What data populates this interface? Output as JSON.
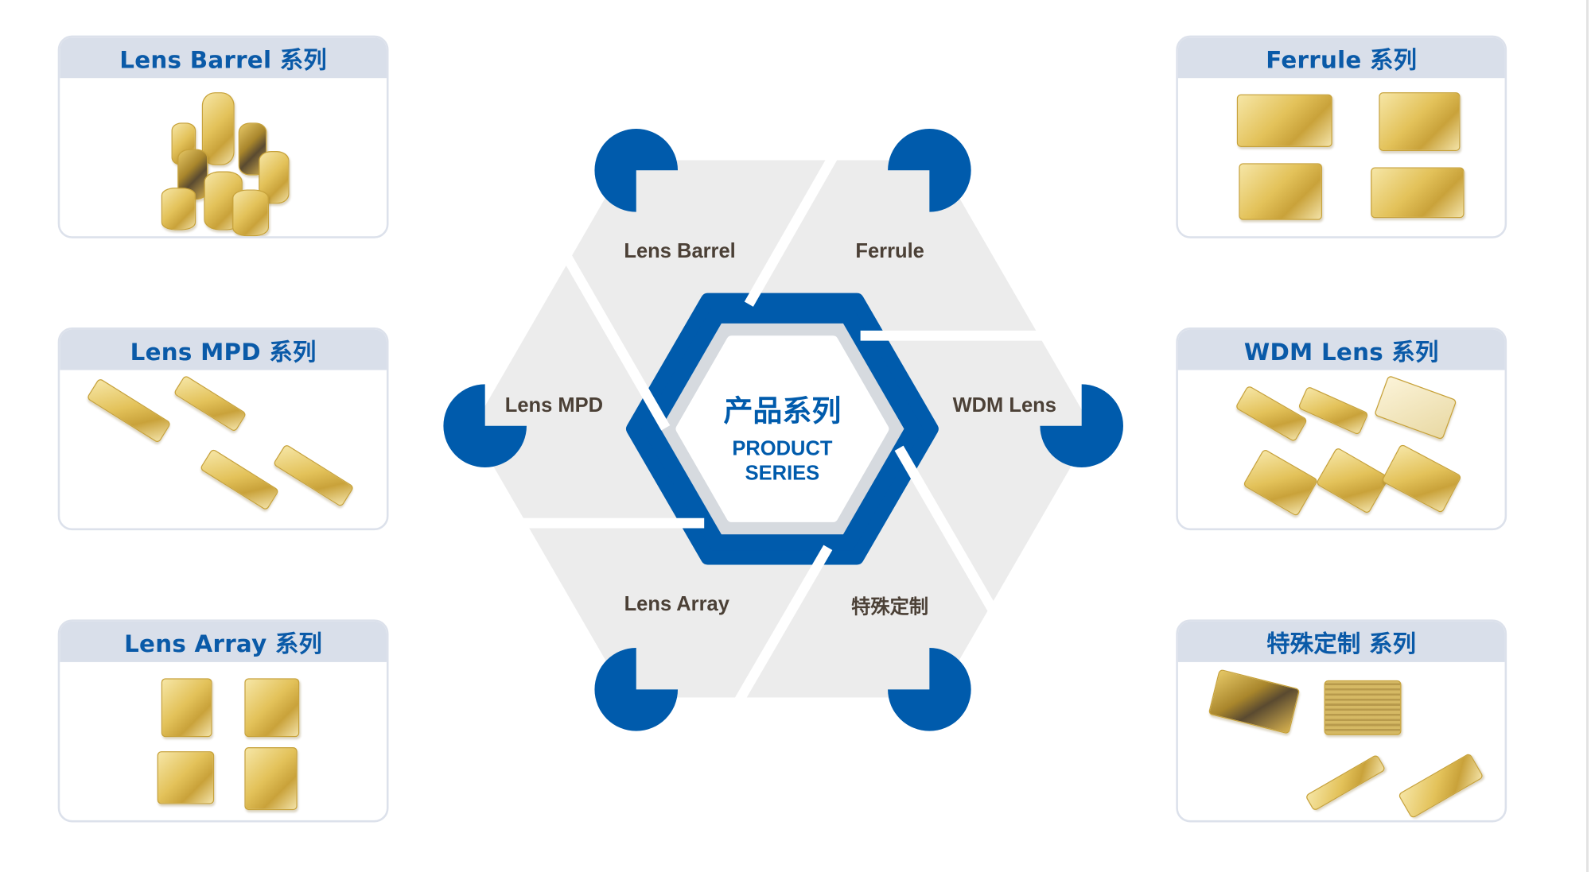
{
  "center": {
    "title_cn": "产品系列",
    "title_en_line1": "PRODUCT",
    "title_en_line2": "SERIES"
  },
  "segments": [
    {
      "label": "Lens Barrel"
    },
    {
      "label": "Ferrule"
    },
    {
      "label": "Lens MPD"
    },
    {
      "label": "WDM Lens"
    },
    {
      "label": "Lens Array"
    },
    {
      "label": "特殊定制"
    }
  ],
  "cards": {
    "lens_barrel": {
      "title": "Lens Barrel 系列"
    },
    "ferrule": {
      "title": "Ferrule 系列"
    },
    "lens_mpd": {
      "title": "Lens MPD 系列"
    },
    "wdm_lens": {
      "title": "WDM Lens 系列"
    },
    "lens_array": {
      "title": "Lens Array 系列"
    },
    "custom": {
      "title": "特殊定制 系列"
    }
  },
  "colors": {
    "brand_blue": "#005bac",
    "segment_gray": "#ececec",
    "label_brown": "#4b4036",
    "card_header": "#d9dfea"
  }
}
